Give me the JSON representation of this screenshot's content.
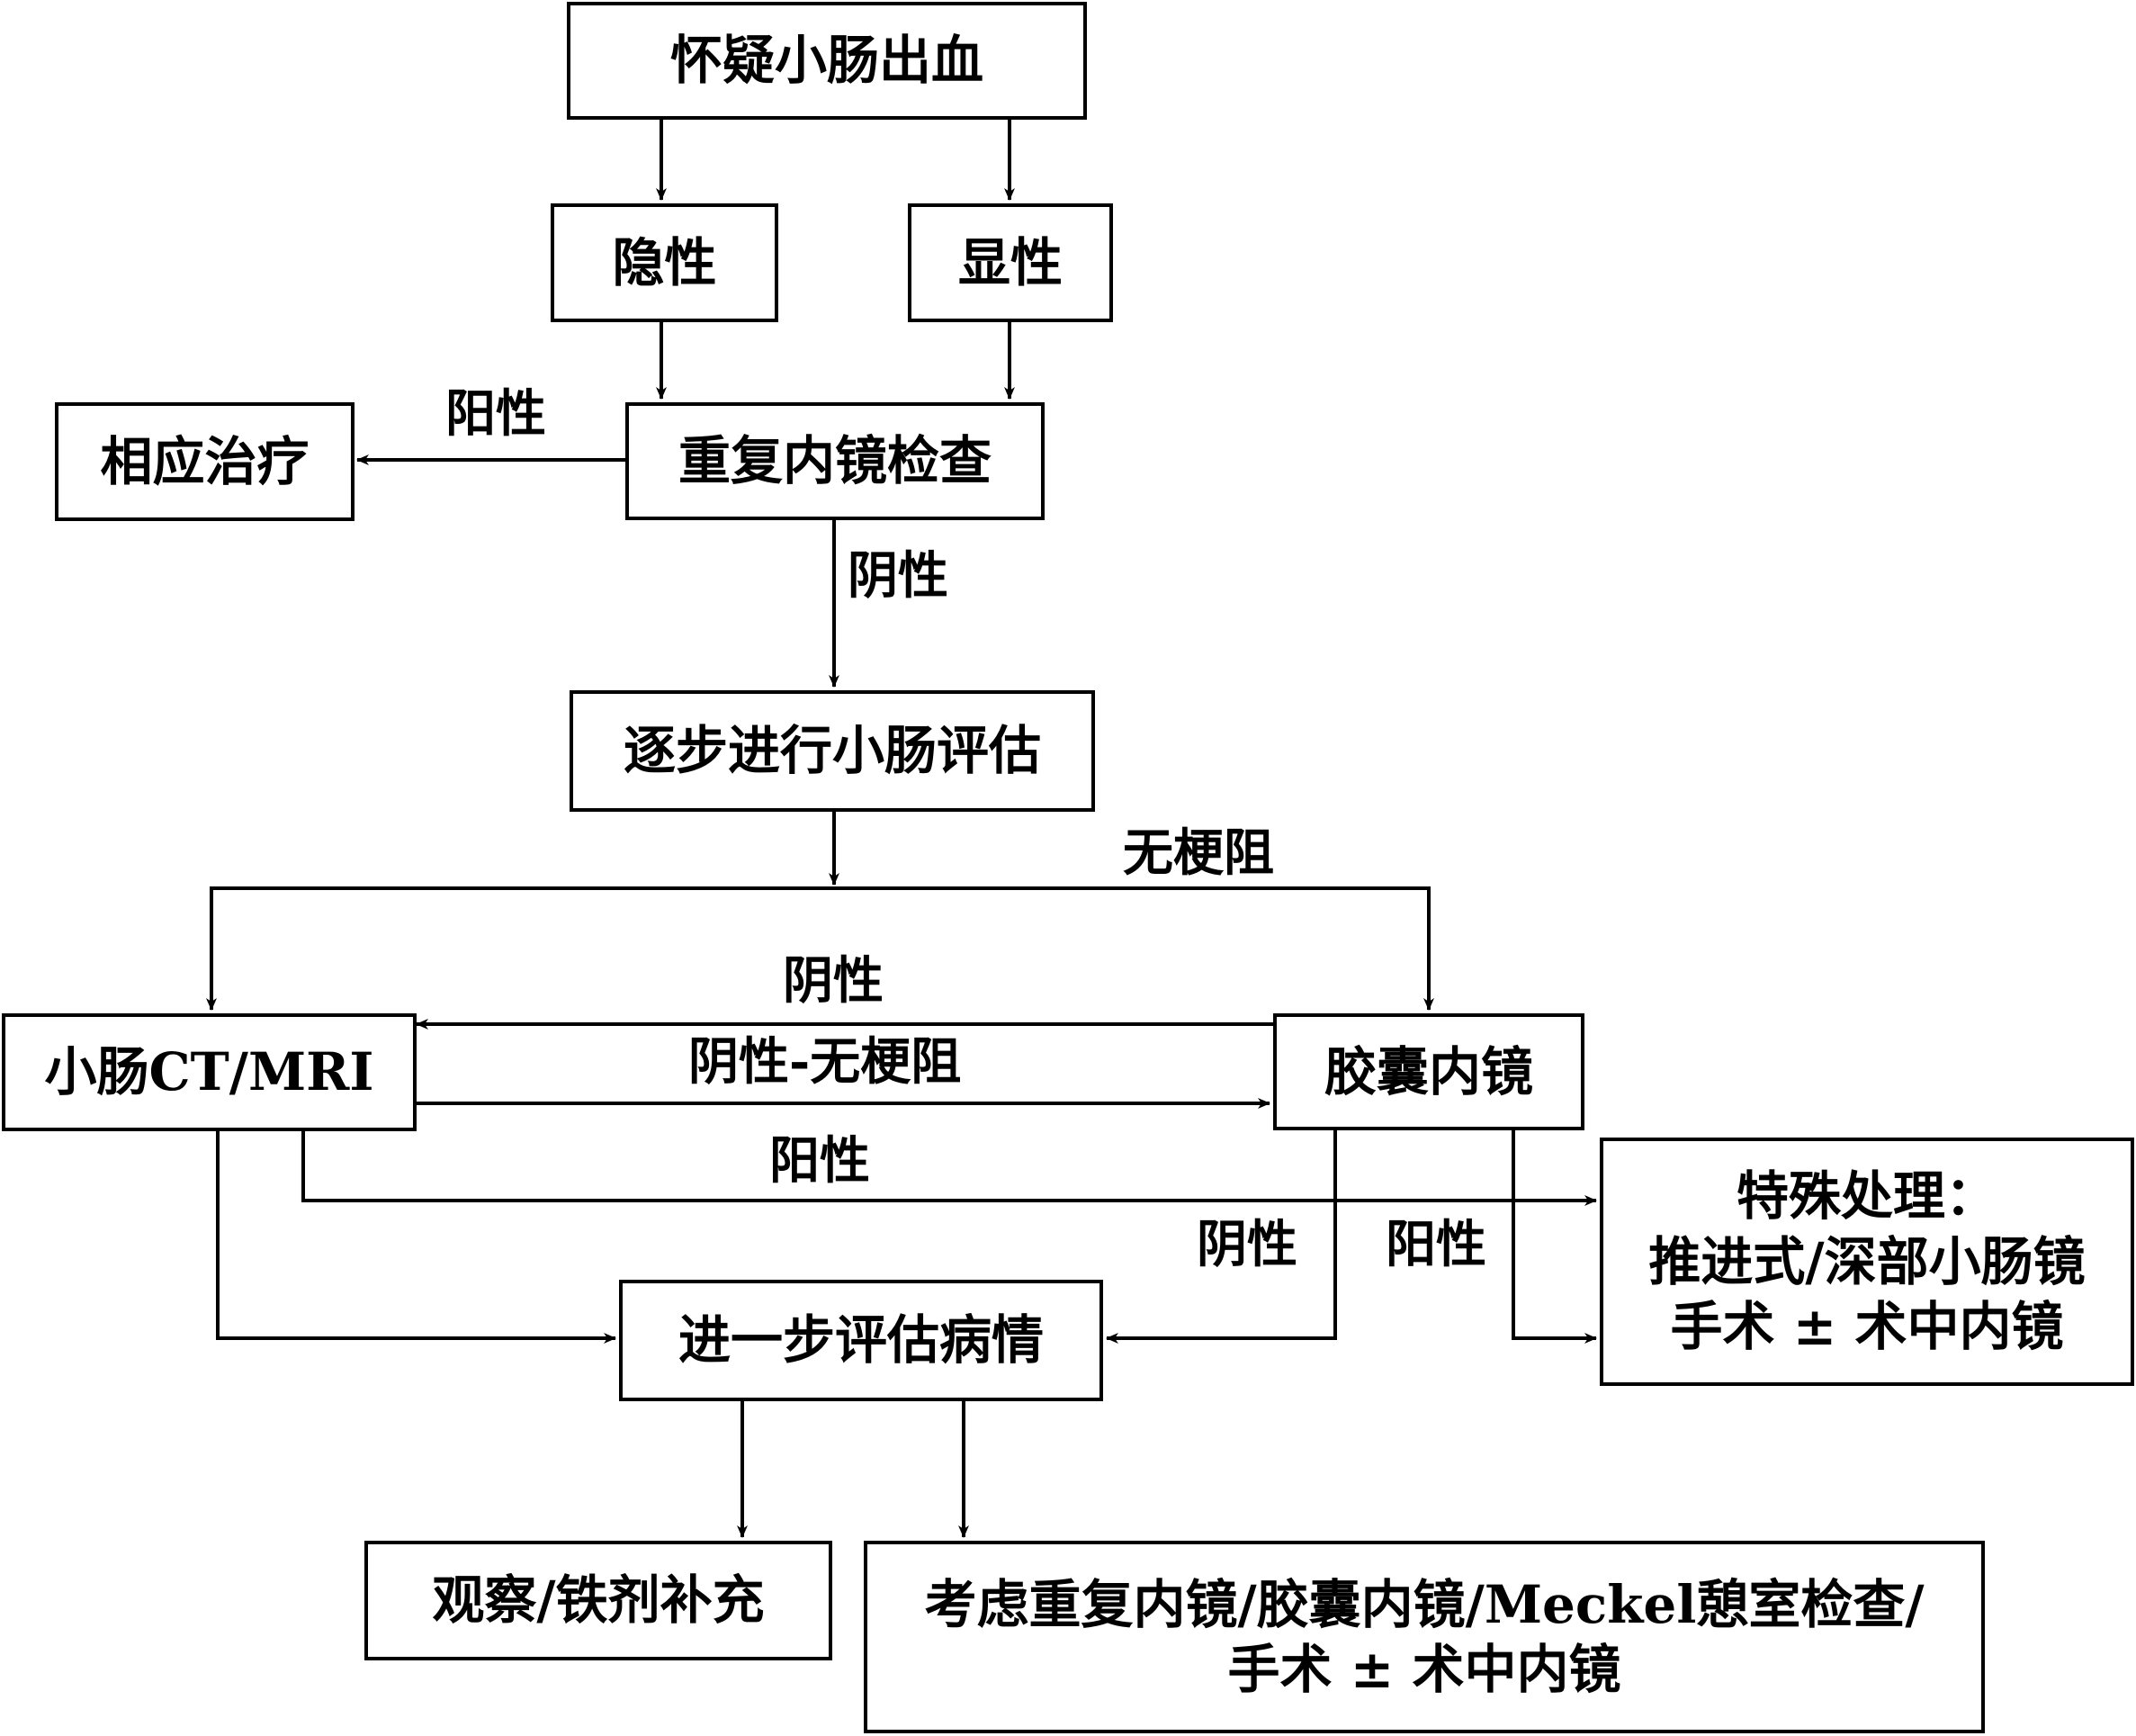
{
  "nodes": {
    "suspect": "怀疑小肠出血",
    "occult": "隐性",
    "overt": "显性",
    "treatment": "相应治疗",
    "repeat": "重复内镜检查",
    "stepwise": "逐步进行小肠评估",
    "ct": "小肠CT/MRI",
    "capsule": "胶囊内镜",
    "special": [
      "特殊处理：",
      "推进式/深部小肠镜",
      "手术 ± 术中内镜"
    ],
    "further": "进一步评估病情",
    "observe": "观察/铁剂补充",
    "consider": [
      "考虑重复内镜/胶囊内镜/Meckel憩室检查/",
      "手术 ± 术中内镜"
    ]
  },
  "edge_labels": {
    "positive_treat": "阳性",
    "negative_repeat": "阴性",
    "no_obstruction": "无梗阻",
    "capsule_neg_to_ct": "阴性",
    "ct_neg_no_obs": "阴性-无梗阻",
    "ct_pos": "阳性",
    "capsule_neg": "阴性",
    "capsule_pos": "阳性"
  }
}
